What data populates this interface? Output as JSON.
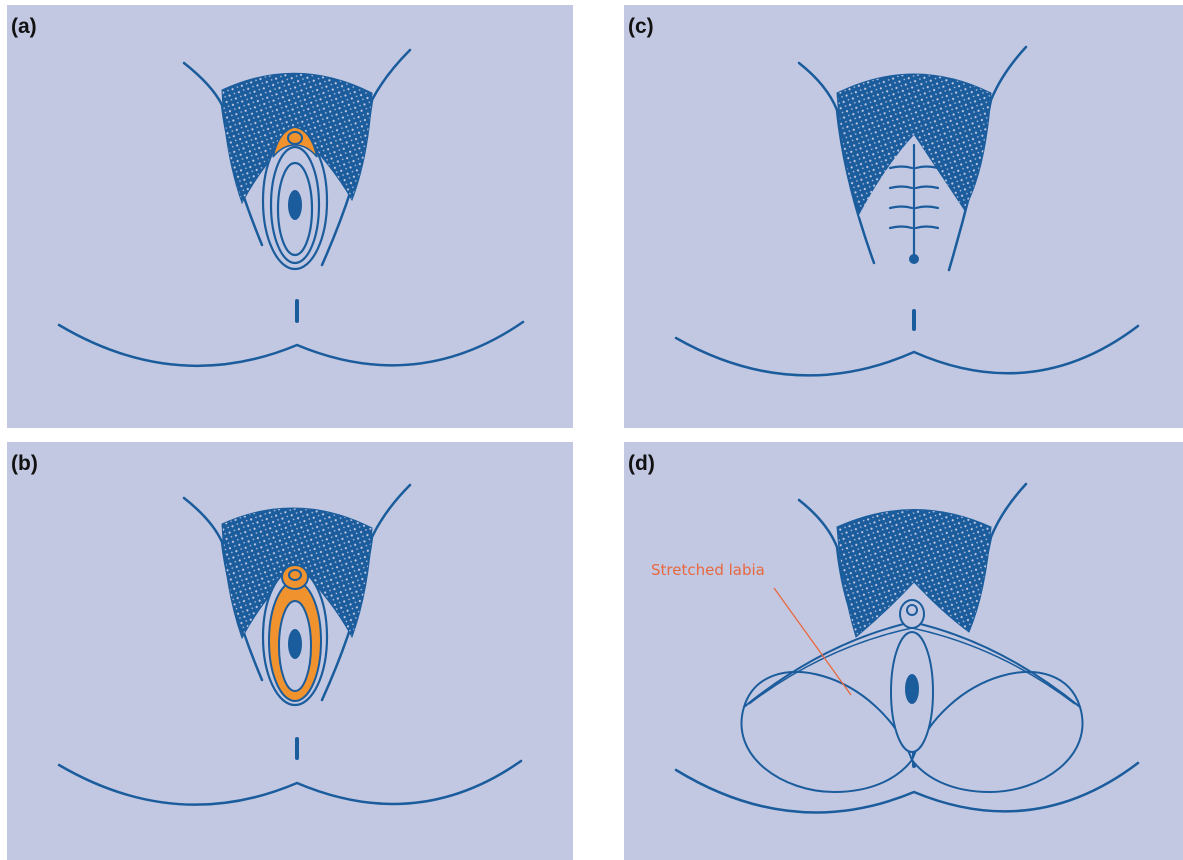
{
  "panels": {
    "a": {
      "label": "(a)"
    },
    "b": {
      "label": "(b)"
    },
    "c": {
      "label": "(c)"
    },
    "d": {
      "label": "(d)",
      "annotation": "Stretched labia"
    }
  },
  "colors": {
    "background": "#c2c8e2",
    "line": "#1b5c9c",
    "highlight": "#f0922e",
    "annotation": "#e8683e"
  }
}
